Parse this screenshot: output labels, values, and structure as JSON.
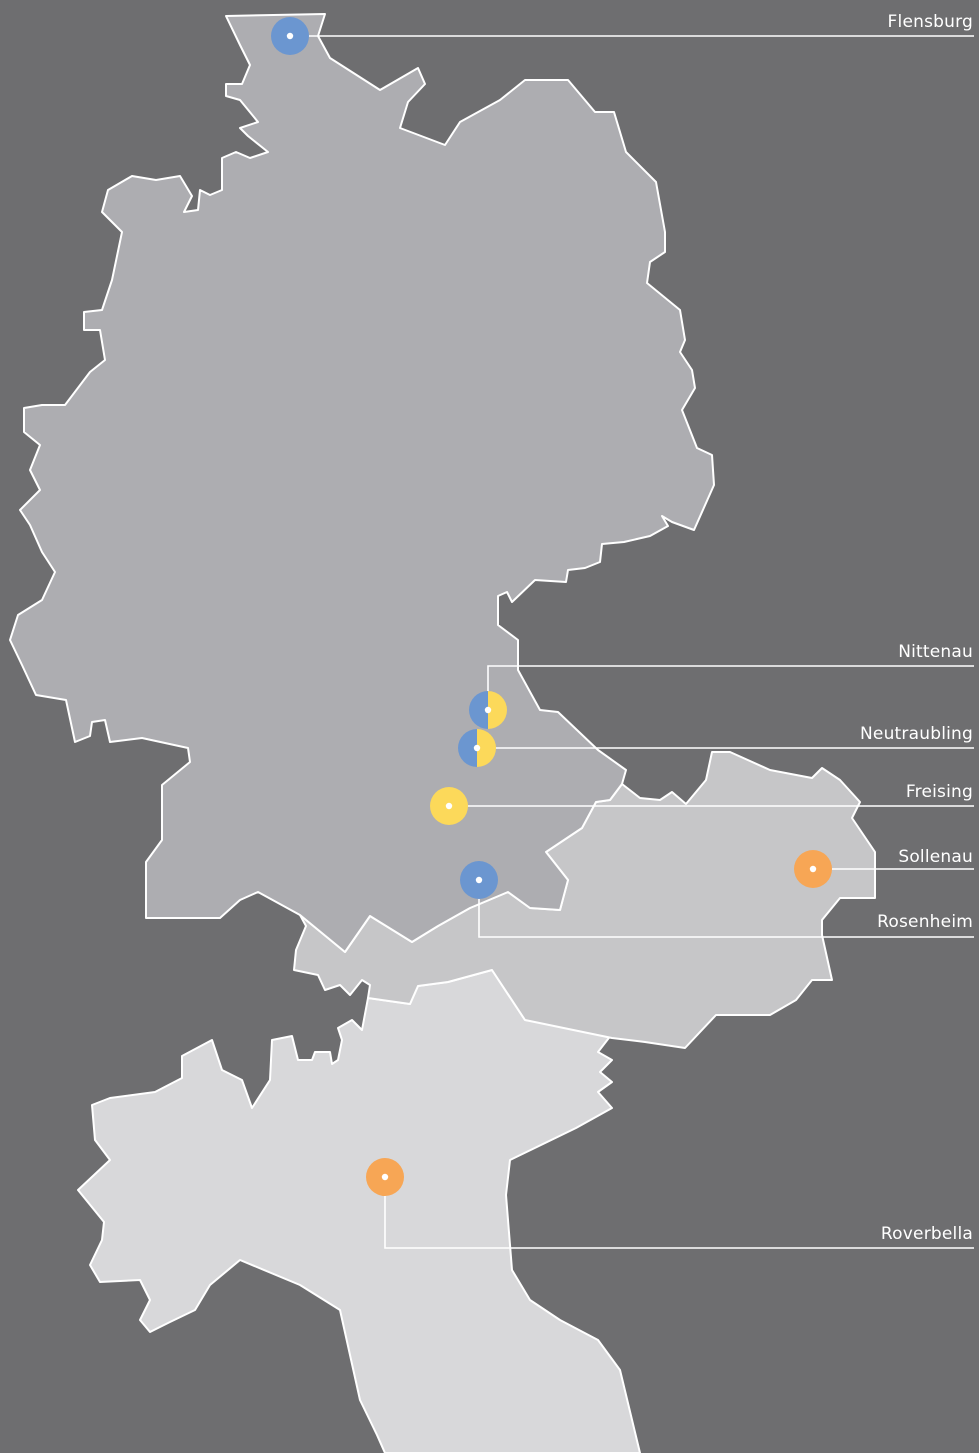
{
  "colors": {
    "background": "#6e6e70",
    "germany_fill": "#adadb1",
    "austria_fill": "#c6c6c8",
    "italy_fill": "#d8d8da",
    "border_stroke": "#ffffff",
    "blue_marker": "#6b96d0",
    "yellow_marker": "#fcd95a",
    "orange_marker": "#f7a655",
    "leader_line": "#ffffff"
  },
  "regions": [
    {
      "name": "germany",
      "fill_key": "germany_fill"
    },
    {
      "name": "austria",
      "fill_key": "austria_fill"
    },
    {
      "name": "italy",
      "fill_key": "italy_fill"
    }
  ],
  "locations": [
    {
      "id": "flensburg",
      "label": "Flensburg",
      "marker": [
        "blue"
      ]
    },
    {
      "id": "nittenau",
      "label": "Nittenau",
      "marker": [
        "blue",
        "yellow"
      ]
    },
    {
      "id": "neutraubling",
      "label": "Neutraubling",
      "marker": [
        "blue",
        "yellow"
      ]
    },
    {
      "id": "freising",
      "label": "Freising",
      "marker": [
        "yellow"
      ]
    },
    {
      "id": "sollenau",
      "label": "Sollenau",
      "marker": [
        "orange"
      ]
    },
    {
      "id": "rosenheim",
      "label": "Rosenheim",
      "marker": [
        "blue"
      ]
    },
    {
      "id": "roverbella",
      "label": "Roverbella",
      "marker": [
        "orange"
      ]
    }
  ]
}
